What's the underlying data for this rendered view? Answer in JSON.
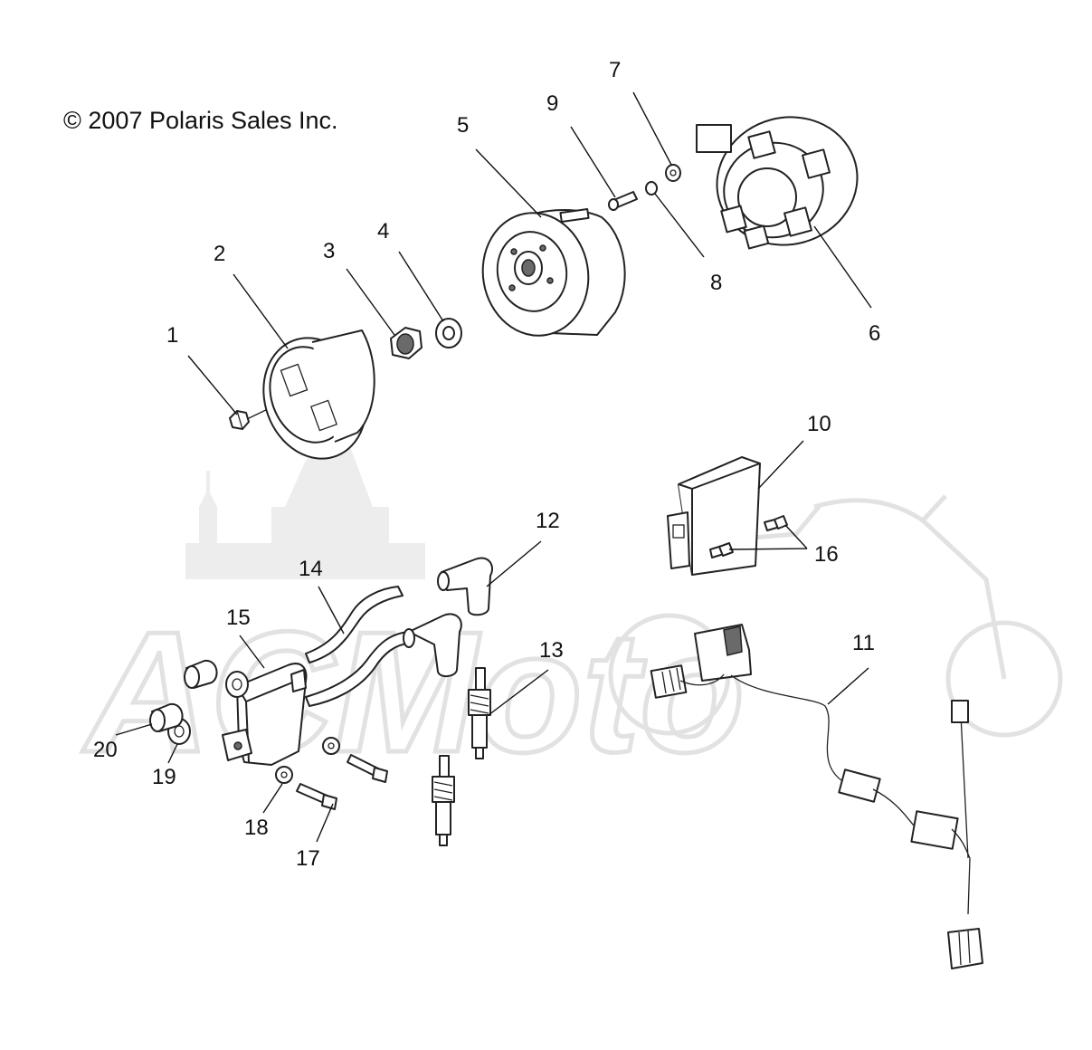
{
  "copyright": "© 2007 Polaris Sales Inc.",
  "watermark": "ACMoto",
  "callouts": [
    {
      "id": "1",
      "label": "1"
    },
    {
      "id": "2",
      "label": "2"
    },
    {
      "id": "3",
      "label": "3"
    },
    {
      "id": "4",
      "label": "4"
    },
    {
      "id": "5",
      "label": "5"
    },
    {
      "id": "6",
      "label": "6"
    },
    {
      "id": "7",
      "label": "7"
    },
    {
      "id": "8",
      "label": "8"
    },
    {
      "id": "9",
      "label": "9"
    },
    {
      "id": "10",
      "label": "10"
    },
    {
      "id": "11",
      "label": "11"
    },
    {
      "id": "12",
      "label": "12"
    },
    {
      "id": "13",
      "label": "13"
    },
    {
      "id": "14",
      "label": "14"
    },
    {
      "id": "15",
      "label": "15"
    },
    {
      "id": "16",
      "label": "16"
    },
    {
      "id": "17",
      "label": "17"
    },
    {
      "id": "18",
      "label": "18"
    },
    {
      "id": "19",
      "label": "19"
    },
    {
      "id": "20",
      "label": "20"
    }
  ]
}
